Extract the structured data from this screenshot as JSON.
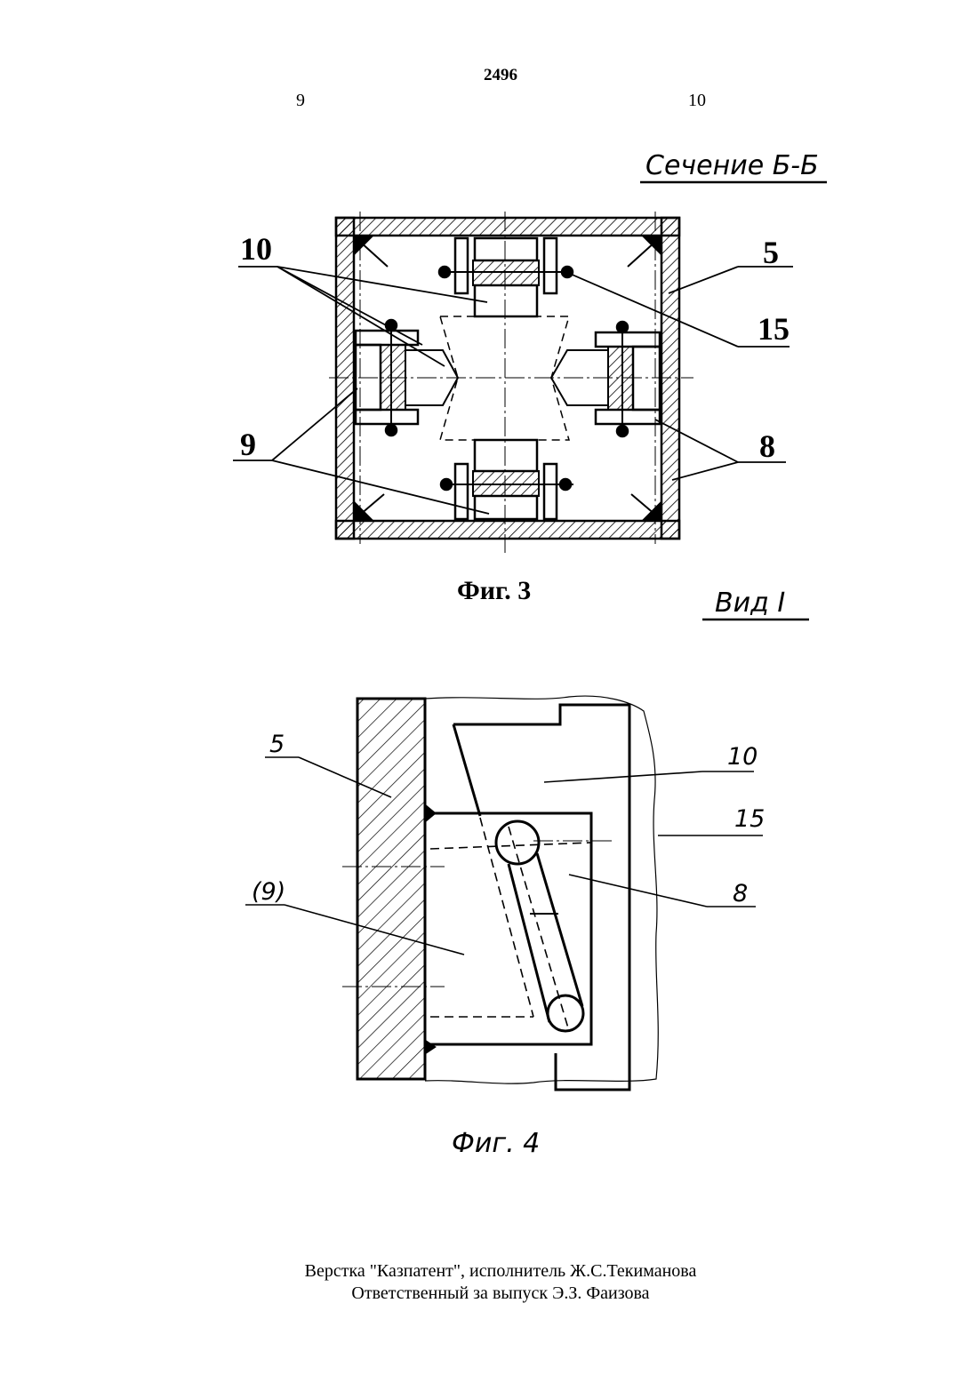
{
  "header": {
    "patent_number": "2496",
    "col_left": "9",
    "col_right": "10"
  },
  "figure3": {
    "section_title": "Сечение Б-Б",
    "caption": "Фиг. 3",
    "labels": {
      "l10": "10",
      "l5": "5",
      "l15": "15",
      "l9": "9",
      "l8": "8"
    }
  },
  "figure4": {
    "view_title": "Вид I",
    "caption": "Фиг. 4",
    "labels": {
      "l5": "5",
      "l10": "10",
      "l15": "15",
      "l9": "(9)",
      "l8": "8"
    }
  },
  "footer": {
    "line1": "Верстка  \"Казпатент\",  исполнитель  Ж.С.Текиманова",
    "line2": "Ответственный  за выпуск  Э.З. Фаизова"
  }
}
